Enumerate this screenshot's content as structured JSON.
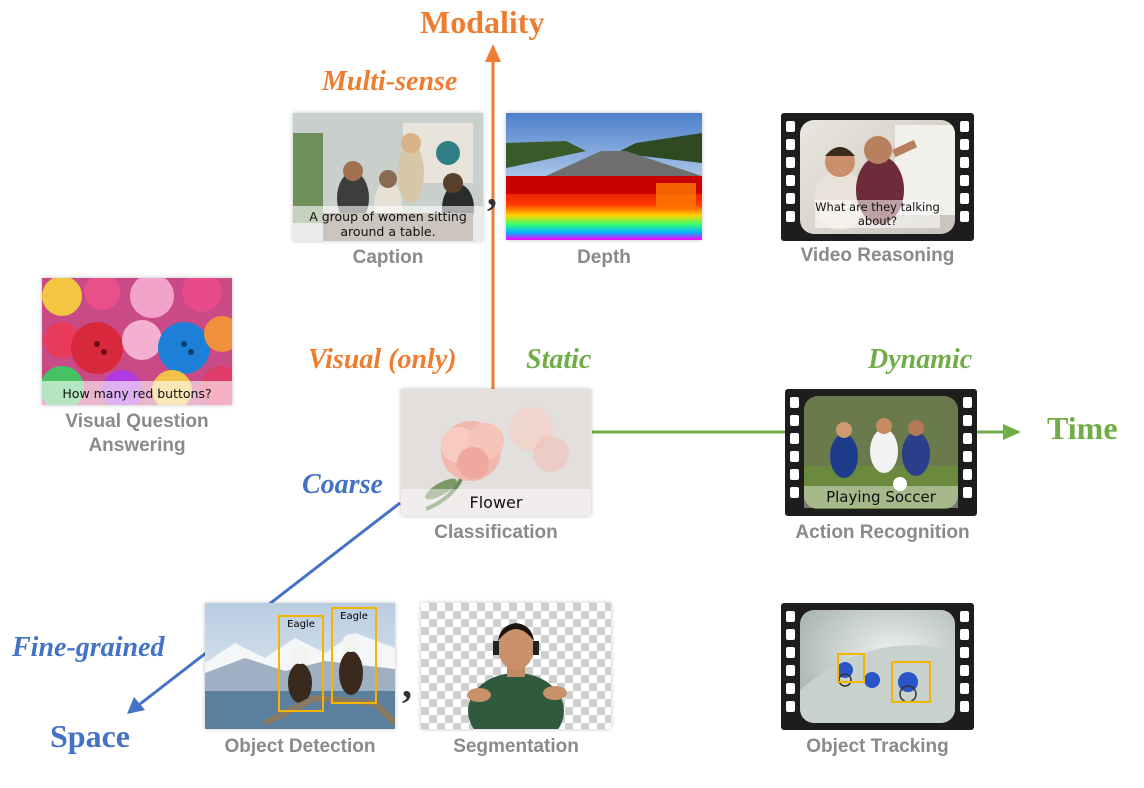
{
  "axes": {
    "modality": {
      "title": "Modality",
      "top_label": "Multi-sense",
      "bottom_label": "Visual (only)",
      "color": "#ED7D31"
    },
    "time": {
      "title": "Time",
      "start_label": "Static",
      "end_label": "Dynamic",
      "color": "#70AD47"
    },
    "space": {
      "title": "Space",
      "start_label": "Coarse",
      "end_label": "Fine-grained",
      "color": "#4472C4"
    }
  },
  "tasks": {
    "caption": {
      "label": "Caption",
      "overlay": "A group of women sitting around a table."
    },
    "depth": {
      "label": "Depth"
    },
    "video_reasoning": {
      "label": "Video Reasoning",
      "overlay": "What are they talking about?"
    },
    "vqa": {
      "label": "Visual Question Answering",
      "overlay": "How many red buttons?"
    },
    "classification": {
      "label": "Classification",
      "overlay": "Flower"
    },
    "action_recognition": {
      "label": "Action Recognition",
      "overlay": "Playing Soccer"
    },
    "object_detection": {
      "label": "Object Detection",
      "boxes": [
        "Eagle",
        "Eagle"
      ]
    },
    "segmentation": {
      "label": "Segmentation"
    },
    "object_tracking": {
      "label": "Object Tracking"
    }
  },
  "separators": {
    "comma": ","
  },
  "icons": {
    "caption": "meeting-photo-icon",
    "depth": "depth-map-icon",
    "film": "film-strip-icon"
  }
}
